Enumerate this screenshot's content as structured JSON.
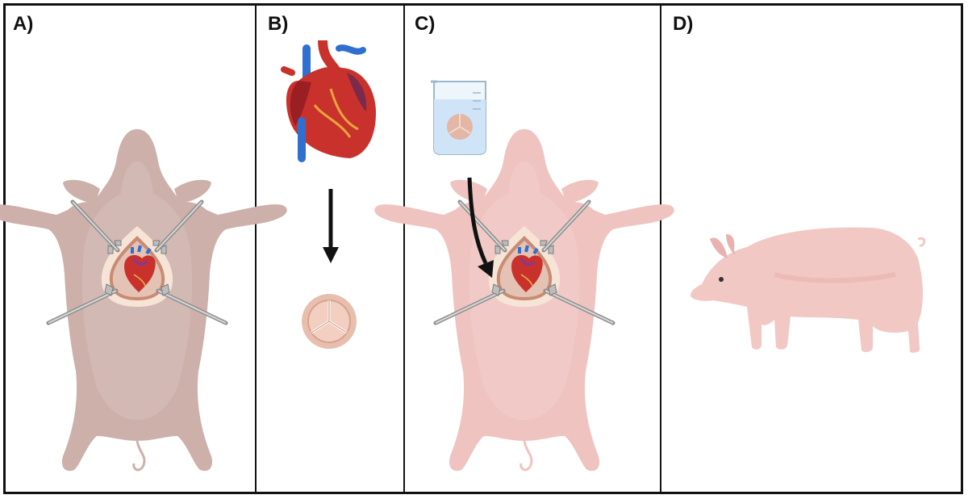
{
  "panels": [
    {
      "label": "A)",
      "content": "pig-surgery-open-chest"
    },
    {
      "label": "B)",
      "content": "heart-to-valve"
    },
    {
      "label": "C)",
      "content": "valve-implant-into-pig"
    },
    {
      "label": "D)",
      "content": "recovered-pig"
    }
  ],
  "colors": {
    "border": "#111111",
    "pig_dark": "#cdb0aa",
    "pig_light": "#efc3c0",
    "pig_standing": "#f2c8c4",
    "heart_red": "#c9312c",
    "vessel_blue": "#2f6fd0",
    "valve": "#ecb9a4",
    "beaker_liquid": "#cfe5f7"
  }
}
